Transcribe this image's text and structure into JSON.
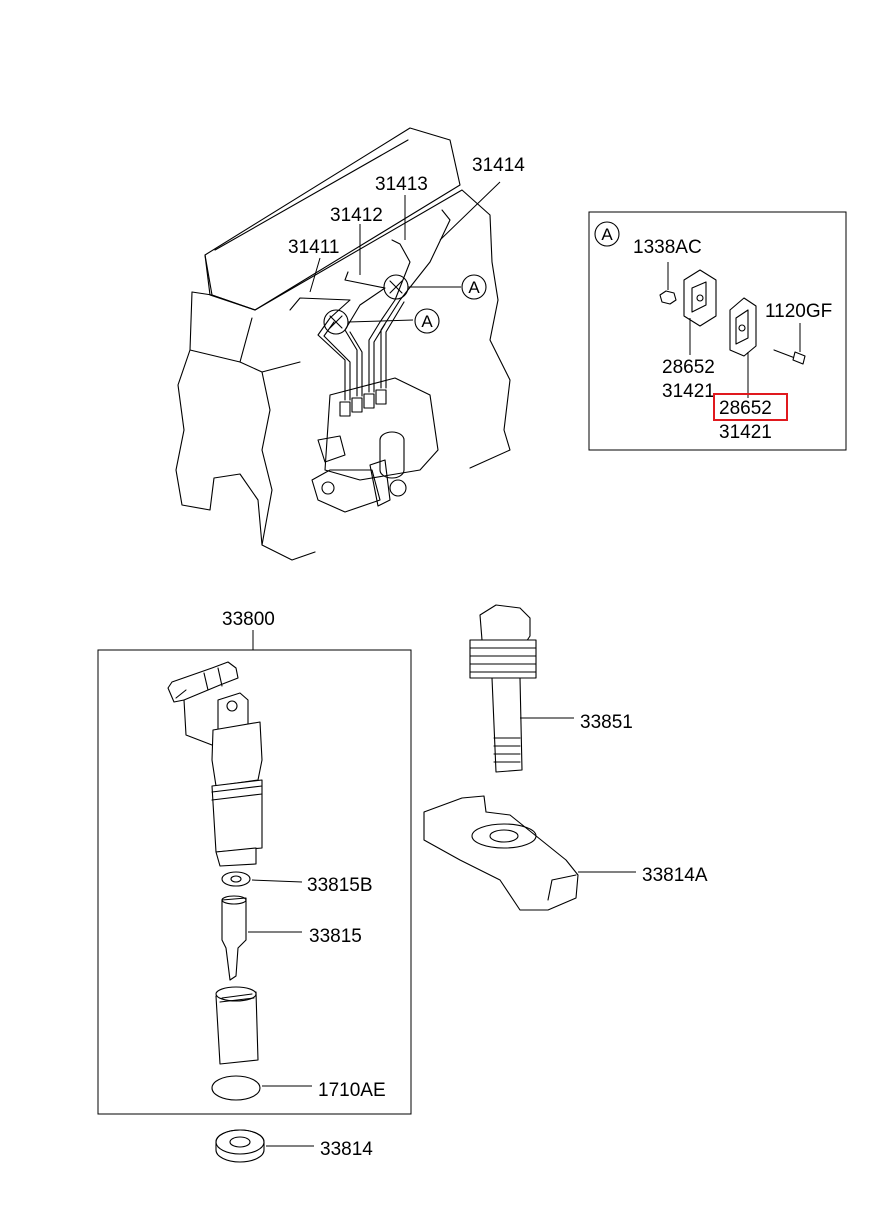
{
  "labels": {
    "p31411": "31411",
    "p31412": "31412",
    "p31413": "31413",
    "p31414": "31414",
    "ref_a_1": "A",
    "ref_a_2": "A",
    "detail_a": "A",
    "p1338AC": "1338AC",
    "p1120GF": "1120GF",
    "p28652_a": "28652",
    "p31421_a": "31421",
    "p28652_b": "28652",
    "p31421_b": "31421",
    "p33800": "33800",
    "p33851": "33851",
    "p33814A": "33814A",
    "p33815B": "33815B",
    "p33815": "33815",
    "p1710AE": "1710AE",
    "p33814": "33814"
  },
  "highlight": {
    "part": "28652",
    "color": "#e0191e"
  }
}
